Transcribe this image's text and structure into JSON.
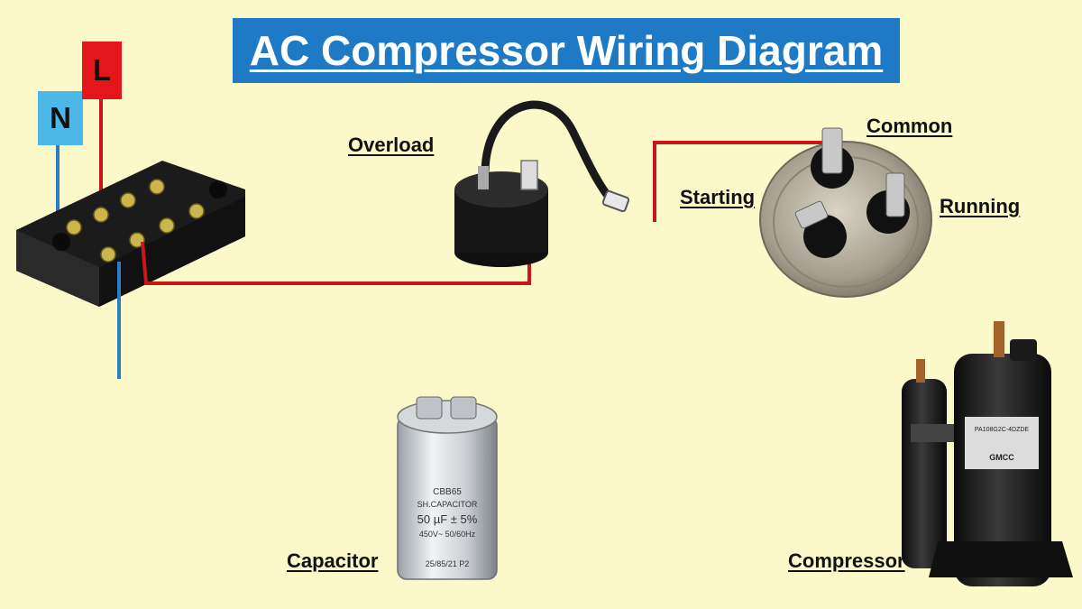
{
  "title": "AC Compressor Wiring Diagram",
  "supply": {
    "neutral": "N",
    "line": "L"
  },
  "labels": {
    "overload": "Overload",
    "common": "Common",
    "starting": "Starting",
    "running": "Running",
    "capacitor": "Capacitor",
    "compressor": "Compressor"
  },
  "capacitor_print": {
    "model": "CBB65",
    "type": "SH.CAPACITOR",
    "rating": "50 µF ± 5%",
    "voltage": "450V~ 50/60Hz",
    "code": "25/85/21  P2"
  },
  "compressor_print": {
    "model": "PA108G2C-4DZDE",
    "maker": "GMCC"
  },
  "colors": {
    "background": "#fbf8c9",
    "title_bg": "#1f7ac6",
    "neutral_wire": "#2a7fc4",
    "line_wire": "#c8161b"
  }
}
